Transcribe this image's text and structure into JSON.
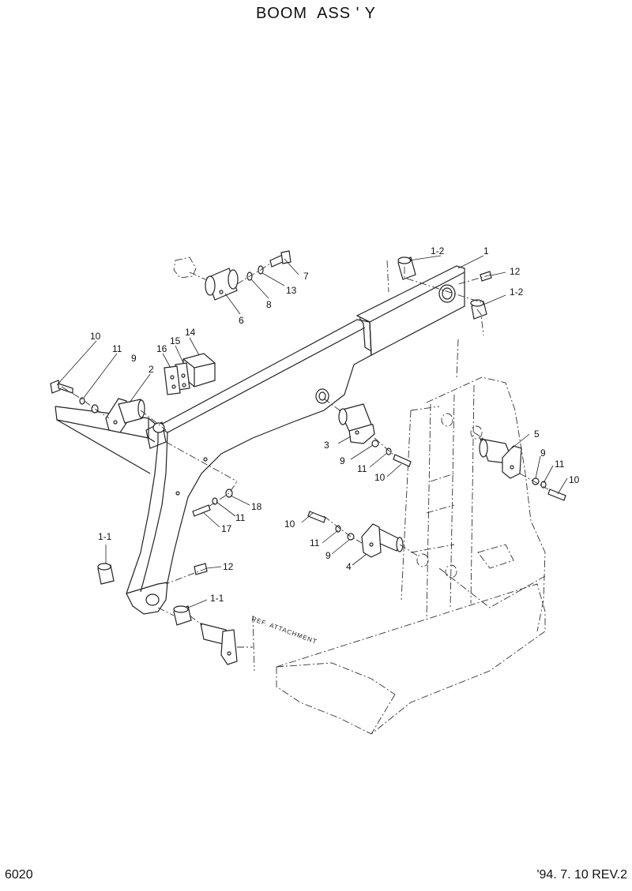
{
  "title": "BOOM  ASS ' Y",
  "page_number": "6020",
  "revision": "'94. 7. 10 REV.2",
  "reference_note": "REF. ATTACHMENT",
  "callouts": {
    "c1": "1",
    "c1_2_top": "1-2",
    "c12_top": "12",
    "c1_2_right": "1-2",
    "c7": "7",
    "c13": "13",
    "c8": "8",
    "c6": "6",
    "c14": "14",
    "c15": "15",
    "c16": "16",
    "c10_left": "10",
    "c11_left": "11",
    "c9_left": "9",
    "c2": "2",
    "c3": "3",
    "c9_mid": "9",
    "c11_mid": "11",
    "c10_mid": "10",
    "c5": "5",
    "c9_right": "9",
    "c11_right": "11",
    "c10_right": "10",
    "c18": "18",
    "c11_low": "11",
    "c17": "17",
    "c10_low": "10",
    "c11_low2": "11",
    "c9_low": "9",
    "c4": "4",
    "c1_1_left": "1-1",
    "c12_low": "12",
    "c1_1_low": "1-1"
  }
}
